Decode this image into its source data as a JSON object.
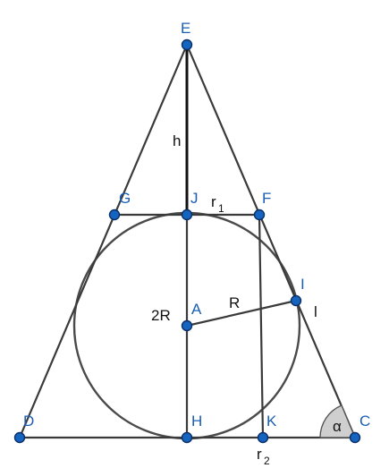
{
  "points": {
    "E": "E",
    "G": "G",
    "J": "J",
    "F": "F",
    "I": "I",
    "A": "A",
    "D": "D",
    "H": "H",
    "K": "K",
    "C": "C"
  },
  "labels": {
    "h": "h",
    "r1": "r",
    "r1_sub": "1",
    "r2": "r",
    "r2_sub": "2",
    "R": "R",
    "twoR": "2R",
    "l": "l",
    "alpha": "α"
  },
  "colors": {
    "point_fill": "#1565c0",
    "point_label": "#1a5fb4",
    "line": "#3a3a3a",
    "angle_fill": "#cfcfcf"
  }
}
